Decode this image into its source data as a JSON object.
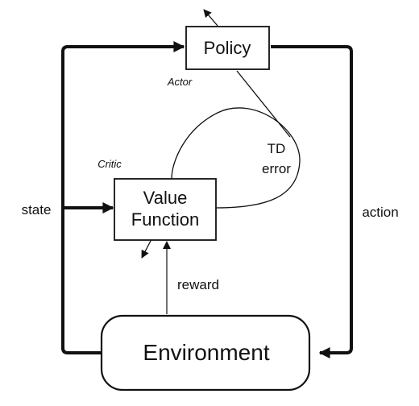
{
  "nodes": {
    "policy": "Policy",
    "value_line1": "Value",
    "value_line2": "Function",
    "environment": "Environment"
  },
  "labels": {
    "actor": "Actor",
    "critic": "Critic",
    "td_line1": "TD",
    "td_line2": "error",
    "state": "state",
    "action": "action",
    "reward": "reward"
  }
}
